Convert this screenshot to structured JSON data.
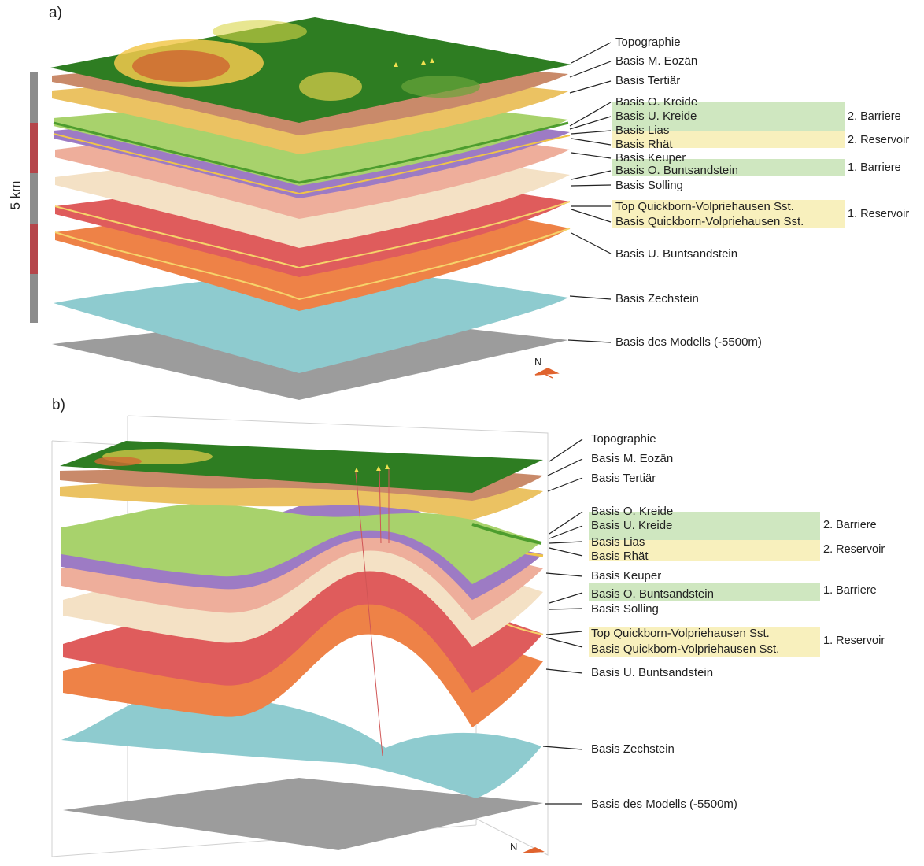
{
  "panels": [
    {
      "id": "a",
      "label": "a)"
    },
    {
      "id": "b",
      "label": "b)"
    }
  ],
  "scale_bar": {
    "text": "5 km",
    "colors": [
      "#8c8c8c",
      "#b5454a"
    ]
  },
  "north": "N",
  "layers": [
    {
      "name": "Topographie",
      "color": "#2e7d22"
    },
    {
      "name": "Basis M. Eozän",
      "color": "#c98a6a"
    },
    {
      "name": "Basis Tertiär",
      "color": "#ebc262"
    },
    {
      "name": "Basis O. Kreide",
      "color": "#4d9d2e"
    },
    {
      "name": "Basis U. Kreide",
      "color": "#a8d26c"
    },
    {
      "name": "Basis Lias",
      "color": "#9d7bc4"
    },
    {
      "name": "Basis Rhät",
      "color": "#f0c448"
    },
    {
      "name": "Basis Keuper",
      "color": "#eeae9b"
    },
    {
      "name": "Basis O. Buntsandstein",
      "color": "#f4e1c5"
    },
    {
      "name": "Basis Solling",
      "color": "#e8b7a0"
    },
    {
      "name": "Top Quickborn-Volpriehausen Sst.",
      "color": "#df5c5c"
    },
    {
      "name": "Basis Quickborn-Volpriehausen Sst.",
      "color": "#e2585a"
    },
    {
      "name": "Basis U. Buntsandstein",
      "color": "#ee8247"
    },
    {
      "name": "Basis Zechstein",
      "color": "#8ecbcf"
    },
    {
      "name": "Basis des Modells (-5500m)",
      "color": "#9c9c9c"
    }
  ],
  "groups": [
    {
      "label": "2. Barriere",
      "kind": "barrier"
    },
    {
      "label": "2. Reservoir",
      "kind": "reservoir"
    },
    {
      "label": "1. Barriere",
      "kind": "barrier"
    },
    {
      "label": "1. Reservoir",
      "kind": "reservoir"
    }
  ],
  "colors": {
    "barrier_band": "#cfe7c0",
    "reservoir_band": "#f8f0bd"
  }
}
